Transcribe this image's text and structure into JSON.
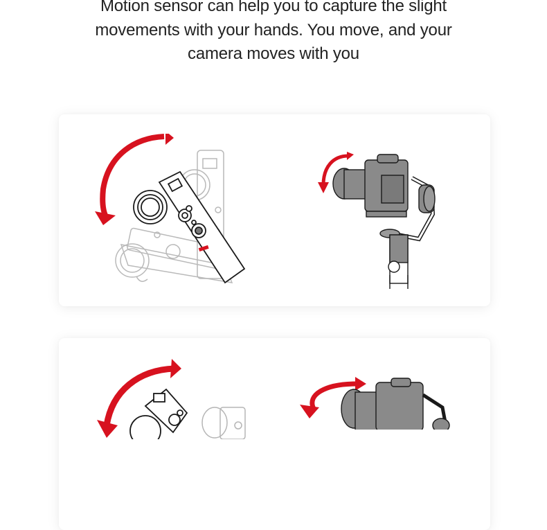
{
  "intro": {
    "text": "Motion sensor can help you to capture the slight movements with your hands. You move, and your camera moves with you"
  },
  "cards": [
    {
      "name": "tilt-demo",
      "left_illustration": "motion-sensor-tilt",
      "right_illustration": "gimbal-camera-tilt"
    },
    {
      "name": "pan-demo",
      "left_illustration": "motion-sensor-pan",
      "right_illustration": "gimbal-camera-pan"
    }
  ],
  "colors": {
    "arrow": "#d7121f",
    "line": "#1a1a1a",
    "ghost_line": "#b5b5b5",
    "camera_fill": "#8a8a8a",
    "card_bg": "#ffffff",
    "text": "#222222"
  }
}
